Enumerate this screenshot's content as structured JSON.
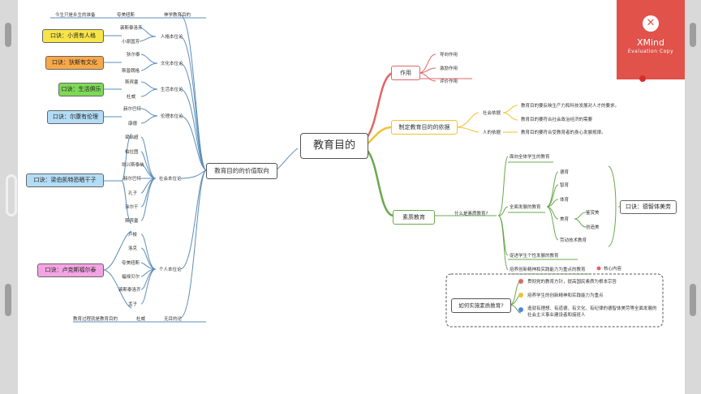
{
  "central": "教育目的",
  "left_branch": {
    "label": "教育目的的价值取向",
    "top_items": [
      "今生只是永生的准备",
      "夸美纽斯",
      "神学教育目的"
    ],
    "groups": [
      {
        "label": "人格本位论",
        "mnemonic": "口诀：小贤有人格",
        "mnemonic_color": "#f7e44a",
        "names": [
          "裴斯泰洛齐",
          "小原国芳"
        ]
      },
      {
        "label": "文化本位论",
        "mnemonic": "口诀：狄斯有文化",
        "mnemonic_color": "#f7a848",
        "names": [
          "狄尔泰",
          "斯普朗格"
        ]
      },
      {
        "label": "生活本位论",
        "mnemonic": "口诀：生活俱乐",
        "mnemonic_color": "#7ed957",
        "names": [
          "斯宾塞",
          "杜威"
        ]
      },
      {
        "label": "伦理本位论",
        "mnemonic": "口诀：尔康有伦理",
        "mnemonic_color": "#b3dcf5",
        "names": [
          "赫尔巴特",
          "康德"
        ]
      },
      {
        "label": "社会本位论",
        "mnemonic": "口诀：梁伯凯特恐晒干子",
        "mnemonic_color": "#b3dcf5",
        "names": [
          "梁启超",
          "柏拉图",
          "凯兴斯泰纳",
          "赫尔巴特",
          "孔子",
          "涂尔干",
          "斯宾塞"
        ]
      },
      {
        "label": "个人本位论",
        "mnemonic": "口诀：卢克斯福尔泰",
        "mnemonic_color": "#f3a4e3",
        "names": [
          "卢梭",
          "洛克",
          "夸美纽斯",
          "福禄贝尔",
          "裴斯泰洛齐",
          "孟子"
        ]
      }
    ],
    "bottom_items": [
      "教育过程就是教育目的",
      "杜威",
      "无目的论"
    ]
  },
  "role_branch": {
    "label": "作用",
    "items": [
      "导向作用",
      "激励作用",
      "评价作用"
    ]
  },
  "basis_branch": {
    "label": "制定教育目的的依据",
    "items": [
      {
        "label": "社会依据",
        "details": [
          "教育目的要反映生产力和科技发展对人才的要求。",
          "教育目的要符合社会政治经济的需要"
        ]
      },
      {
        "label": "人的依据",
        "details": [
          "教育目的要符合受教育者的身心发展规律。"
        ]
      }
    ]
  },
  "quality_branch": {
    "label": "素质教育",
    "what_label": "什么是素质教育?",
    "items": [
      "面向全体学生的教育",
      "全面发展的教育",
      "促进学生个性发展的教育",
      "培养创新精神和实践能力为重点的教育"
    ],
    "core_note": "核心内容",
    "development": [
      "德育",
      "智育",
      "体育",
      "美育",
      "劳动技术教育"
    ],
    "aesthetic": [
      "鉴赏美",
      "创造美"
    ],
    "mnemonic": "口诀：德智体美劳",
    "how_label": "如何实施素质教育?",
    "how_items": [
      "贯彻党的教育方针，提高国民素质为根本宗旨",
      "培养学生的创新精神和实践能力为重点",
      "造就有理想、有道德、有文化、有纪律的德智体美劳等全面发展的社会主义事业建设者和接班人"
    ]
  },
  "watermark": {
    "brand": "XMind",
    "sub": "Evaluation Copy"
  },
  "colors": {
    "left": "#5b8db8",
    "role": "#e06666",
    "basis": "#f1c232",
    "quality": "#6aa84f"
  }
}
